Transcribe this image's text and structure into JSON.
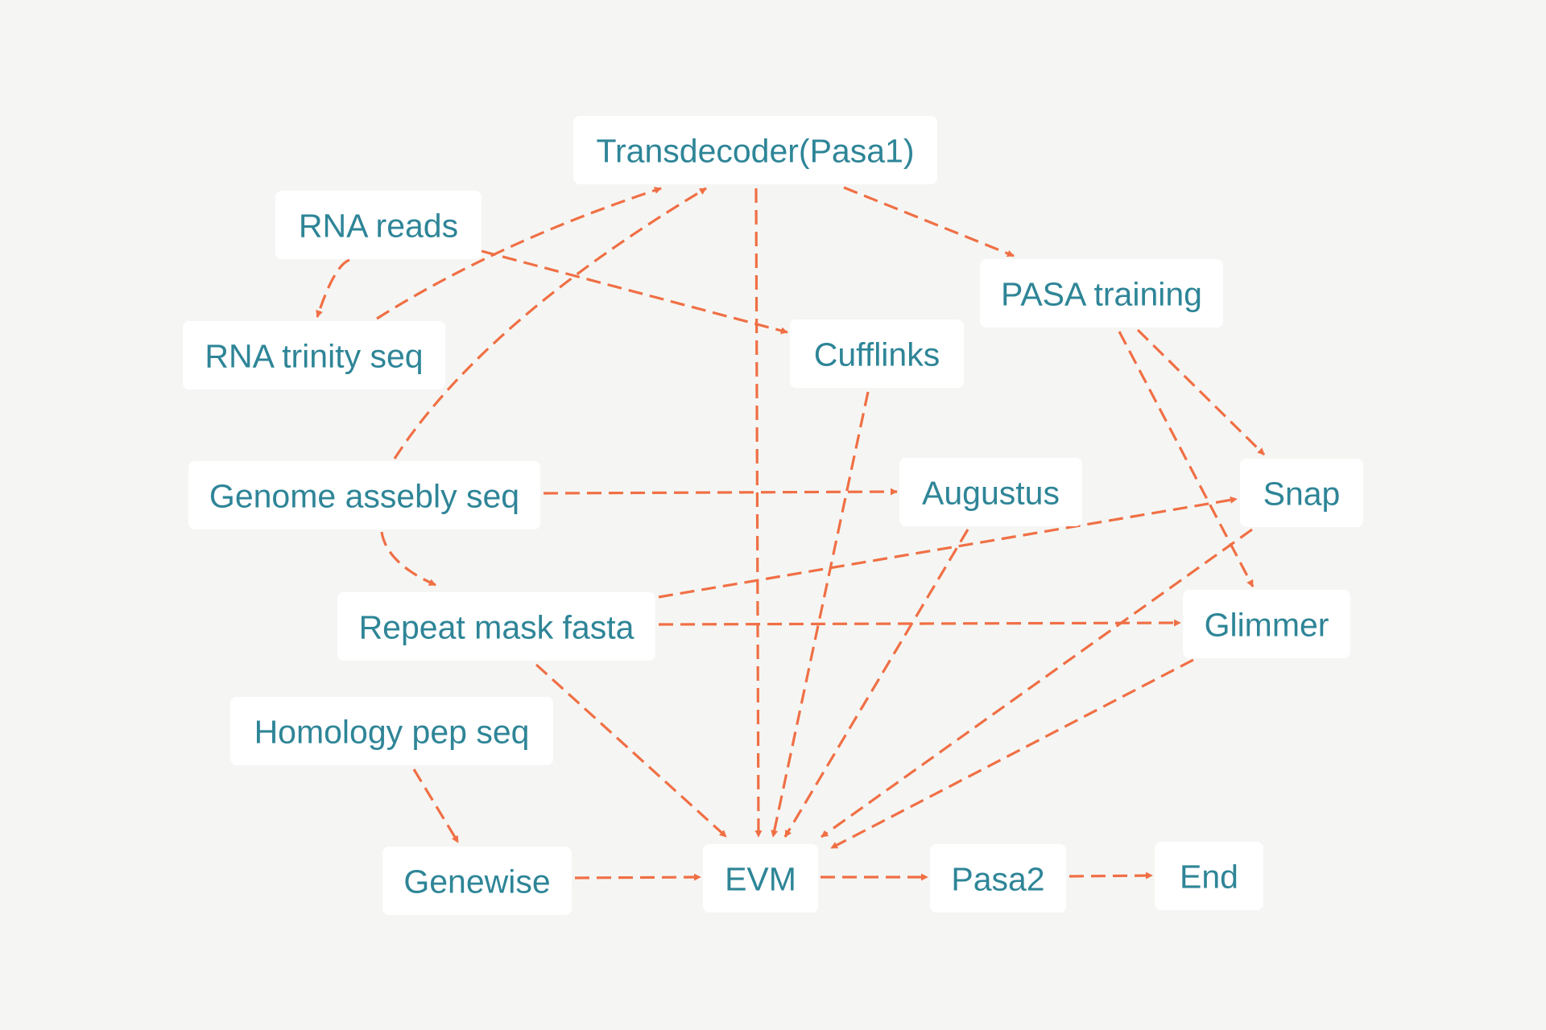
{
  "diagram": {
    "colors": {
      "background": "#f5f6f3",
      "node_fill": "#ffffff",
      "node_text": "#2e8597",
      "edge": "#f06f45"
    },
    "nodes": {
      "transdecoder": "Transdecoder(Pasa1)",
      "rna_reads": "RNA reads",
      "pasa_training": "PASA training",
      "rna_trinity": "RNA trinity seq",
      "cufflinks": "Cufflinks",
      "genome": "Genome assebly seq",
      "augustus": "Augustus",
      "snap": "Snap",
      "repeat_mask": "Repeat mask fasta",
      "glimmer": "Glimmer",
      "homology": "Homology pep seq",
      "genewise": "Genewise",
      "evm": "EVM",
      "pasa2": "Pasa2",
      "end": "End"
    },
    "edges": [
      {
        "from": "rna_reads",
        "to": "rna_trinity"
      },
      {
        "from": "rna_reads",
        "to": "cufflinks"
      },
      {
        "from": "rna_trinity",
        "to": "transdecoder"
      },
      {
        "from": "genome",
        "to": "transdecoder"
      },
      {
        "from": "genome",
        "to": "augustus"
      },
      {
        "from": "genome",
        "to": "repeat_mask"
      },
      {
        "from": "transdecoder",
        "to": "pasa_training"
      },
      {
        "from": "transdecoder",
        "to": "evm"
      },
      {
        "from": "pasa_training",
        "to": "snap"
      },
      {
        "from": "pasa_training",
        "to": "glimmer"
      },
      {
        "from": "cufflinks",
        "to": "evm"
      },
      {
        "from": "augustus",
        "to": "evm"
      },
      {
        "from": "snap",
        "to": "evm"
      },
      {
        "from": "glimmer",
        "to": "evm"
      },
      {
        "from": "repeat_mask",
        "to": "snap"
      },
      {
        "from": "repeat_mask",
        "to": "glimmer"
      },
      {
        "from": "repeat_mask",
        "to": "evm"
      },
      {
        "from": "homology",
        "to": "genewise"
      },
      {
        "from": "genewise",
        "to": "evm"
      },
      {
        "from": "evm",
        "to": "pasa2"
      },
      {
        "from": "pasa2",
        "to": "end"
      }
    ]
  }
}
